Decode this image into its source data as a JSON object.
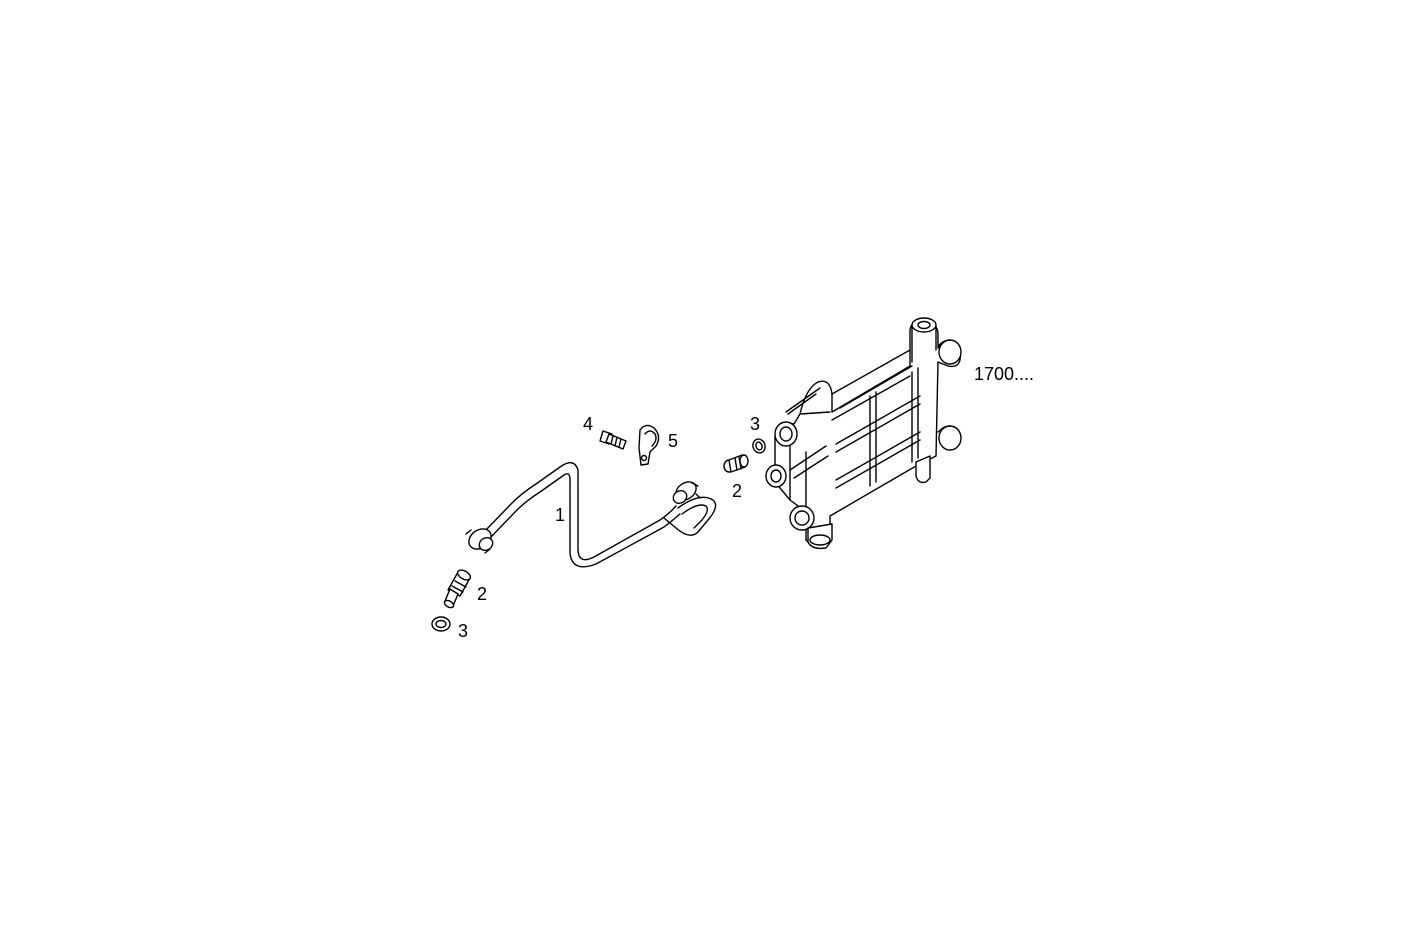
{
  "callouts": {
    "pipe": "1",
    "union_left": "2",
    "washer_left": "3",
    "union_right": "2",
    "washer_right": "3",
    "bolt": "4",
    "clamp": "5",
    "cooler_ref": "1700...."
  },
  "colors": {
    "line": "#000000",
    "background": "#ffffff"
  }
}
